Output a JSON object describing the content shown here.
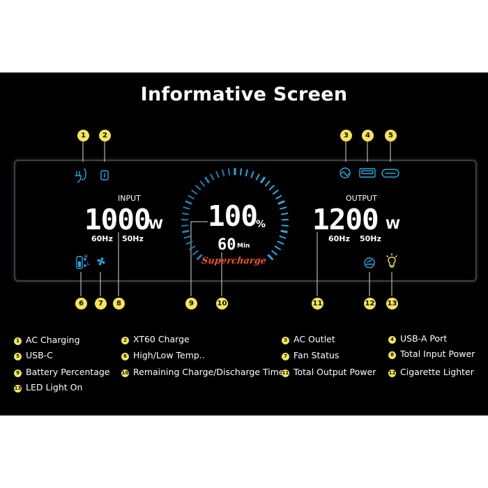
{
  "title": "Informative Screen",
  "input": {
    "label": "INPUT",
    "value": "1000",
    "unit": "W",
    "hz_left": "60Hz",
    "hz_right": "50Hz"
  },
  "output": {
    "label": "OUTPUT",
    "value": "1200",
    "unit": "W",
    "hz_left": "60Hz",
    "hz_right": "50Hz"
  },
  "center": {
    "percent": "100",
    "percent_unit": "%",
    "time": "60",
    "time_unit": "Min",
    "mode": "Supercharge"
  },
  "temp_indicator": {
    "high": "H",
    "low": "L"
  },
  "callouts": [
    "1",
    "2",
    "3",
    "4",
    "5",
    "6",
    "7",
    "8",
    "9",
    "10",
    "11",
    "12",
    "13"
  ],
  "legend": [
    {
      "num": "1",
      "label": "AC Charging"
    },
    {
      "num": "2",
      "label": "XT60 Charge"
    },
    {
      "num": "3",
      "label": "AC Outlet"
    },
    {
      "num": "4",
      "label": "USB-A Port"
    },
    {
      "num": "5",
      "label": "USB-C"
    },
    {
      "num": "6",
      "label": "High/Low Temp.."
    },
    {
      "num": "7",
      "label": "Fan Status"
    },
    {
      "num": "8",
      "label": "Total Input Power"
    },
    {
      "num": "9",
      "label": "Battery Percentage"
    },
    {
      "num": "10",
      "label": "Remaining Charge/Discharge Time"
    },
    {
      "num": "11",
      "label": "Total Output Power"
    },
    {
      "num": "12",
      "label": "Cigarette Lighter"
    },
    {
      "num": "13",
      "label": "LED Light On"
    }
  ],
  "colors": {
    "accent_blue": "#2aa9e0",
    "callout_yellow": "#f3e55a",
    "supercharge_red": "#f0542b",
    "background": "#000000"
  },
  "icons": [
    "ac-charging-icon",
    "xt60-icon",
    "ac-outlet-icon",
    "usb-a-icon",
    "usb-c-icon",
    "battery-temp-icon",
    "fan-icon",
    "car-lighter-icon",
    "led-light-icon"
  ]
}
